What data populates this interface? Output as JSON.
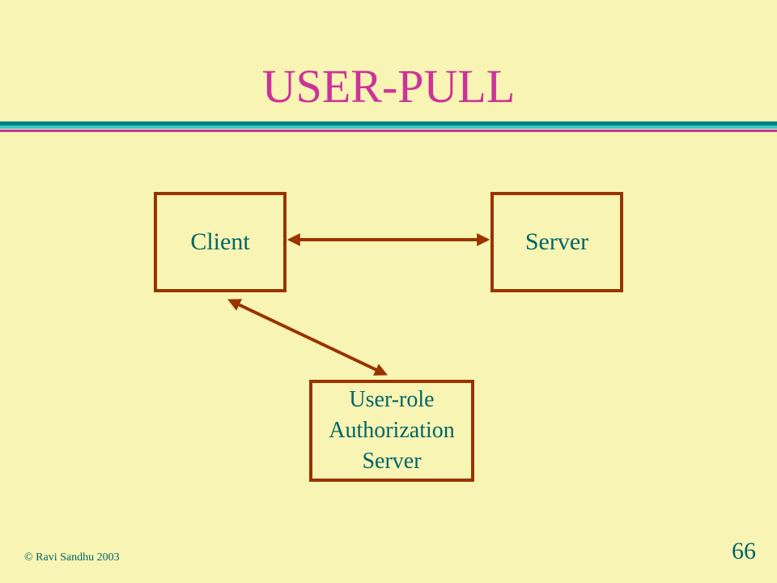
{
  "slide": {
    "title": "USER-PULL",
    "copyright": "© Ravi Sandhu 2003",
    "page_number": "66"
  },
  "colors": {
    "background": "#f8f4b4",
    "title": "#cc3399",
    "text": "#006666",
    "box_border": "#993300",
    "arrow": "#993300",
    "rule_teal": "#008080",
    "rule_cyan": "#33cccc",
    "rule_magenta": "#cc3399"
  },
  "diagram": {
    "nodes": {
      "client": {
        "label": "Client"
      },
      "server": {
        "label": "Server"
      },
      "auth_server": {
        "lines": [
          "User-role",
          "Authorization",
          "Server"
        ]
      }
    },
    "edges": [
      {
        "from": "client",
        "to": "server",
        "direction": "both"
      },
      {
        "from": "client",
        "to": "auth_server",
        "direction": "both"
      }
    ]
  }
}
